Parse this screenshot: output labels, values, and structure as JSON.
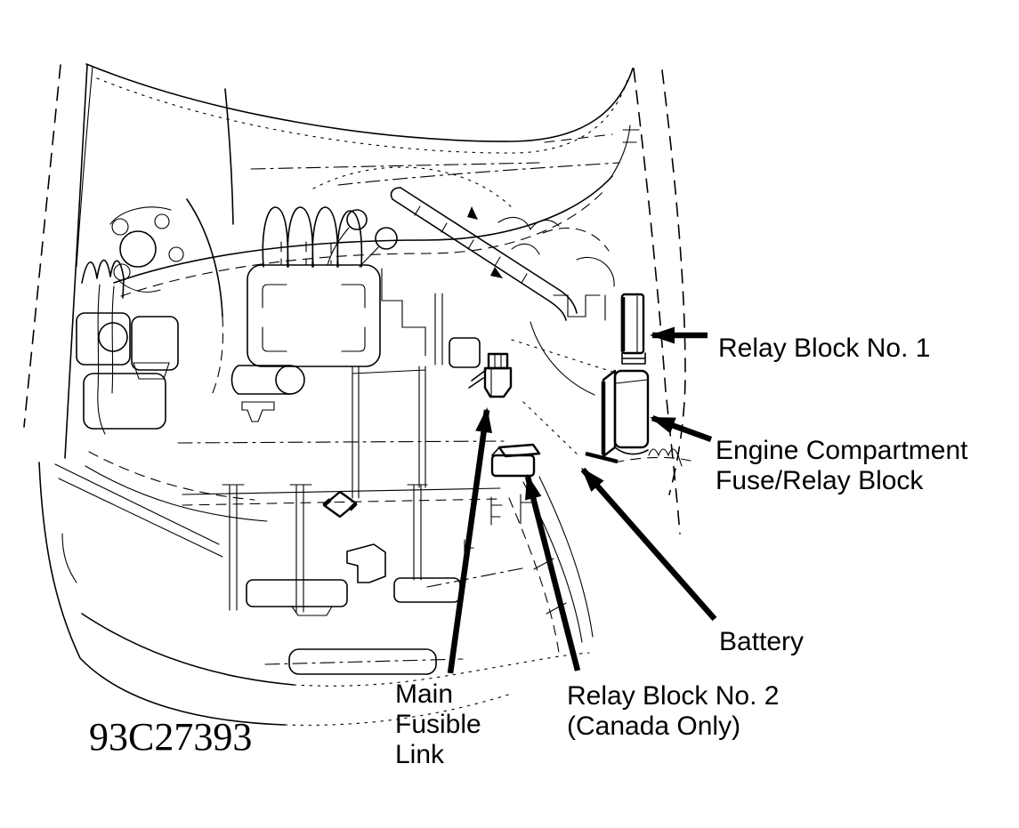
{
  "figure_code": "93C27393",
  "colors": {
    "ink": "#000000",
    "paper": "#ffffff"
  },
  "annotations": {
    "relay_block_no1": {
      "label": "Relay Block No. 1"
    },
    "engine_fuse_relay_block": {
      "label_line1": "Engine Compartment",
      "label_line2": "Fuse/Relay Block"
    },
    "battery": {
      "label": "Battery"
    },
    "relay_block_no2": {
      "label_line1": "Relay Block No. 2",
      "label_line2": "(Canada Only)"
    },
    "main_fusible_link": {
      "label_line1": "Main",
      "label_line2": "Fusible",
      "label_line3": "Link"
    }
  }
}
